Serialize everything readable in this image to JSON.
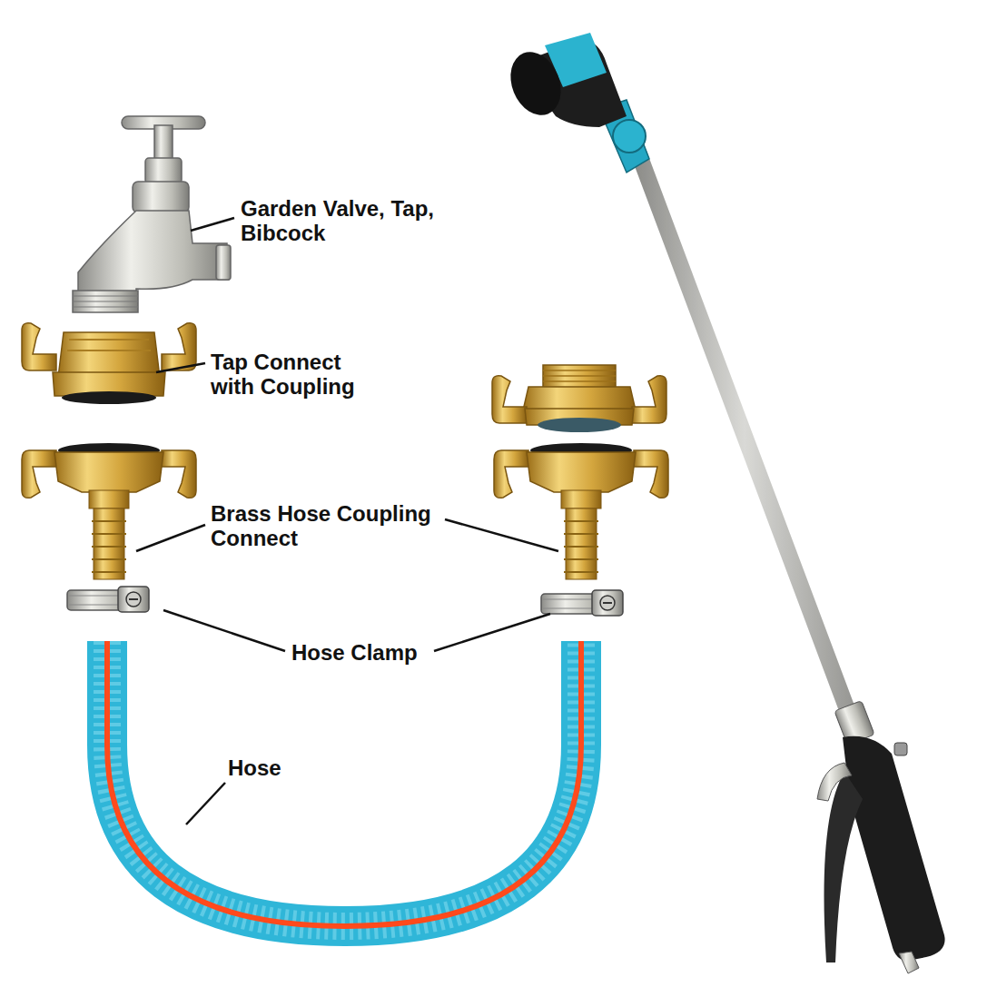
{
  "diagram": {
    "labels": [
      "Garden Valve, Tap, Bibcock",
      "Tap Connect with Coupling",
      "Brass Hose Coupling Connect",
      "Hose Clamp",
      "Hose"
    ]
  }
}
